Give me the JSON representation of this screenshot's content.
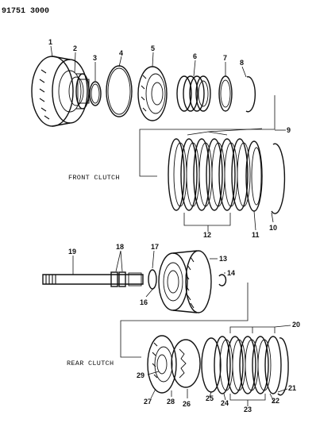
{
  "header": {
    "catalog_number": "91751 3000"
  },
  "captions": {
    "front": "FRONT CLUTCH",
    "rear": "REAR CLUTCH"
  },
  "callouts": {
    "c1": "1",
    "c2": "2",
    "c3": "3",
    "c4": "4",
    "c5": "5",
    "c6": "6",
    "c7": "7",
    "c8": "8",
    "c9": "9",
    "c10": "10",
    "c11": "11",
    "c12": "12",
    "c13": "13",
    "c14": "14",
    "c16": "16",
    "c17": "17",
    "c18": "18",
    "c19": "19",
    "c20": "20",
    "c21": "21",
    "c22": "22",
    "c23": "23",
    "c24": "24",
    "c25": "25",
    "c26": "26",
    "c27": "27",
    "c28": "28",
    "c29": "29"
  }
}
